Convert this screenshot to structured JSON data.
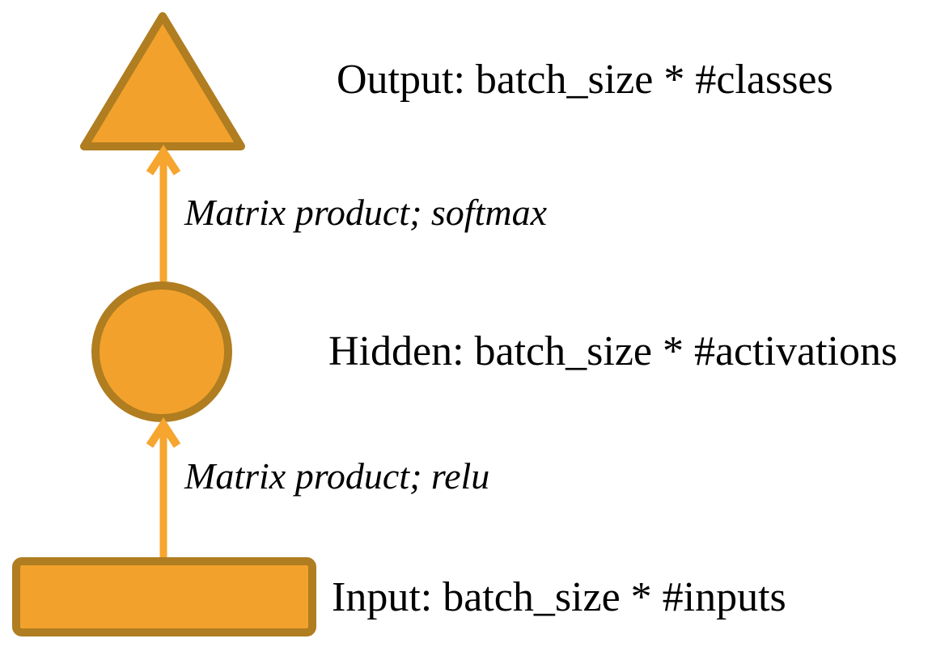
{
  "diagram": {
    "nodes": {
      "output": {
        "shape": "triangle",
        "label": "Output: batch_size * #classes"
      },
      "hidden": {
        "shape": "circle",
        "label": "Hidden: batch_size * #activations"
      },
      "input": {
        "shape": "rectangle",
        "label": "Input: batch_size * #inputs"
      }
    },
    "edges": {
      "hidden_to_output": {
        "from": "hidden",
        "to": "output",
        "label": "Matrix product; softmax"
      },
      "input_to_hidden": {
        "from": "input",
        "to": "hidden",
        "label": "Matrix product; relu"
      }
    }
  },
  "colors": {
    "shape_fill": "#F2A22C",
    "shape_border": "#B07D20",
    "arrow": "#F6A52F",
    "text": "#000000",
    "background": "#FFFFFF"
  }
}
